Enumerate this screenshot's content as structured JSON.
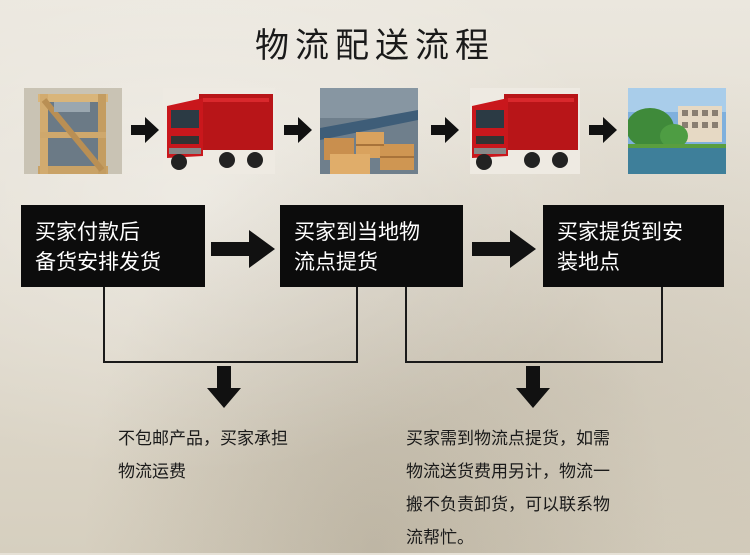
{
  "title": "物流配送流程",
  "pictures": [
    {
      "icon": "wooden-crate-icon"
    },
    {
      "icon": "red-truck-icon"
    },
    {
      "icon": "warehouse-boxes-icon"
    },
    {
      "icon": "red-truck-icon"
    },
    {
      "icon": "destination-building-icon"
    }
  ],
  "steps": [
    {
      "line1": "买家付款后",
      "line2": "备货安排发货"
    },
    {
      "line1": "买家到当地物",
      "line2": "流点提货"
    },
    {
      "line1": "买家提货到安",
      "line2": "装地点"
    }
  ],
  "notes": [
    {
      "lines": [
        "不包邮产品，买家承担",
        "物流运费"
      ]
    },
    {
      "lines": [
        "买家需到物流点提货，如需",
        "物流送货费用另计，物流一",
        "搬不负责卸货，可以联系物",
        "流帮忙。"
      ]
    }
  ],
  "colors": {
    "box": "#0c0c0c",
    "truck": "#c9171c",
    "arrow": "#111111"
  }
}
